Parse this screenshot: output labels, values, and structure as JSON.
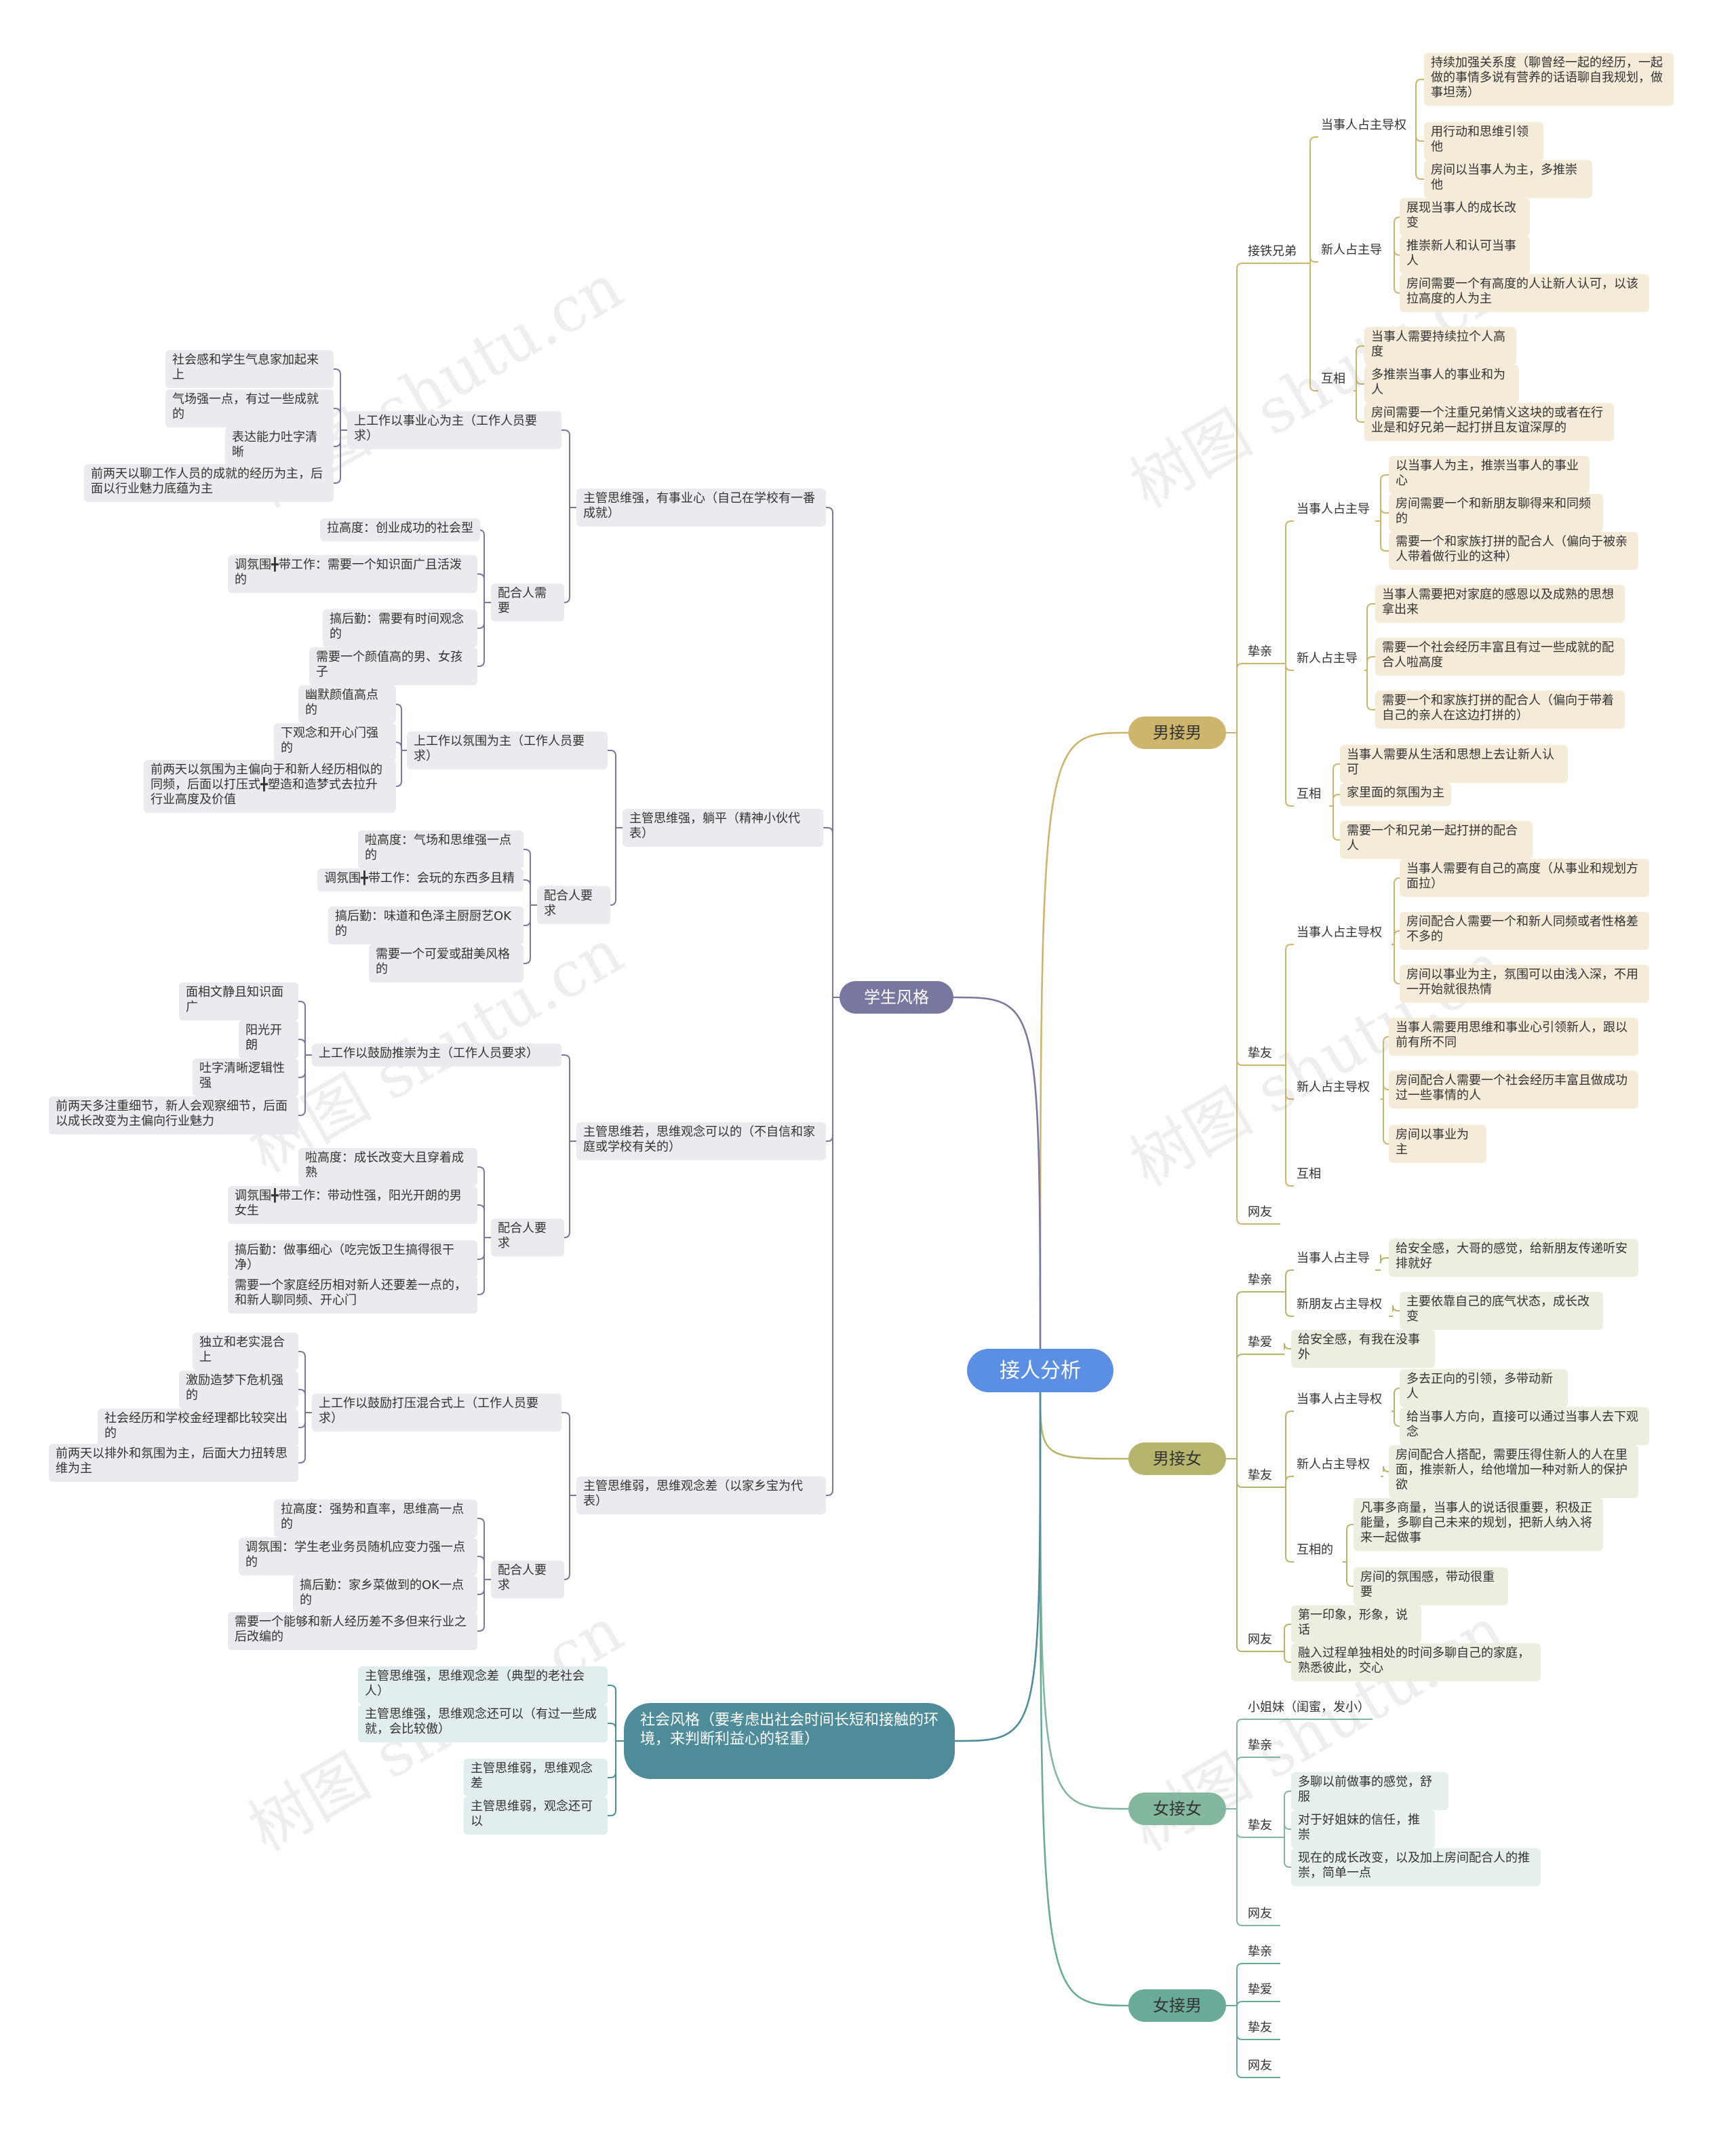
{
  "watermark": "树图 shutu.cn",
  "colors": {
    "root": "#5b8fe3",
    "male_male": "#cdb56b",
    "male_female": "#b5b66b",
    "female_female": "#83b79e",
    "female_male": "#6aaa98",
    "student": "#7877a0",
    "social": "#4f8c9a"
  },
  "root": "接人分析",
  "right": {
    "male_male": {
      "label": "男接男",
      "brother": {
        "label": "接铁兄弟",
        "leader": {
          "label": "当事人占主导权",
          "items": [
            "持续加强关系度（聊曾经一起的经历，一起做的事情多说有营养的话语聊自我规划，做事坦荡）",
            "用行动和思维引领他",
            "房间以当事人为主，多推崇他"
          ]
        },
        "newbie": {
          "label": "新人占主导",
          "items": [
            "展现当事人的成长改变",
            "推崇新人和认可当事人",
            "房间需要一个有高度的人让新人认可，以该拉高度的人为主"
          ]
        },
        "mutual": {
          "label": "互相",
          "items": [
            "当事人需要持续拉个人高度",
            "多推崇当事人的事业和为人",
            "房间需要一个注重兄弟情义这块的或者在行业是和好兄弟一起打拼且友谊深厚的"
          ]
        }
      },
      "close": {
        "label": "挚亲",
        "leader": {
          "label": "当事人占主导",
          "items": [
            "以当事人为主，推崇当事人的事业心",
            "房间需要一个和新朋友聊得来和同频的",
            "需要一个和家族打拼的配合人（偏向于被亲人带着做行业的这种）"
          ]
        },
        "newbie": {
          "label": "新人占主导",
          "items": [
            "当事人需要把对家庭的感恩以及成熟的思想拿出来",
            "需要一个社会经历丰富且有过一些成就的配合人啦高度",
            "需要一个和家族打拼的配合人（偏向于带着自己的亲人在这边打拼的）"
          ]
        },
        "mutual": {
          "label": "互相",
          "items": [
            "当事人需要从生活和思想上去让新人认可",
            "家里面的氛围为主",
            "需要一个和兄弟一起打拼的配合人"
          ]
        }
      },
      "friend": {
        "label": "挚友",
        "leader": {
          "label": "当事人占主导权",
          "items": [
            "当事人需要有自己的高度（从事业和规划方面拉）",
            "房间配合人需要一个和新人同频或者性格差不多的",
            "房间以事业为主，氛围可以由浅入深，不用一开始就很热情"
          ]
        },
        "newbie": {
          "label": "新人占主导权",
          "items": [
            "当事人需要用思维和事业心引领新人，跟以前有所不同",
            "房间配合人需要一个社会经历丰富且做成功过一些事情的人",
            "房间以事业为主"
          ]
        },
        "mutual": {
          "label": "互相"
        }
      },
      "online": "网友"
    },
    "male_female": {
      "label": "男接女",
      "close": {
        "label": "挚亲",
        "leader": {
          "label": "当事人占主导",
          "items": [
            "给安全感，大哥的感觉，给新朋友传递听安排就好"
          ]
        },
        "newbie": {
          "label": "新朋友占主导权",
          "items": [
            "主要依靠自己的底气状态，成长改变"
          ]
        }
      },
      "love": {
        "label": "挚爱",
        "items": [
          "给安全感，有我在没事外"
        ]
      },
      "friend": {
        "label": "挚友",
        "leader": {
          "label": "当事人占主导权",
          "items": [
            "多去正向的引领，多带动新人",
            "给当事人方向，直接可以通过当事人去下观念"
          ]
        },
        "newbie": {
          "label": "新人占主导权",
          "items": [
            "房间配合人搭配，需要压得住新人的人在里面，推崇新人，给他增加一种对新人的保护欲"
          ]
        },
        "mutual": {
          "label": "互相的",
          "items": [
            "凡事多商量，当事人的说话很重要，积极正能量，多聊自己未来的规划，把新人纳入将来一起做事",
            "房间的氛围感，带动很重要"
          ]
        }
      },
      "online": {
        "label": "网友",
        "items": [
          "第一印象，形象，说话",
          "融入过程单独相处的时间多聊自己的家庭，熟悉彼此，交心"
        ]
      }
    },
    "female_female": {
      "label": "女接女",
      "bestie": "小姐妹（闺蜜，发小）",
      "close": "挚亲",
      "friend": {
        "label": "挚友",
        "items": [
          "多聊以前做事的感觉，舒服",
          "对于好姐妹的信任，推崇",
          "现在的成长改变，以及加上房间配合人的推崇，简单一点"
        ]
      },
      "online": "网友"
    },
    "female_male": {
      "label": "女接男",
      "items": [
        "挚亲",
        "挚爱",
        "挚友",
        "网友"
      ]
    }
  },
  "left": {
    "student": {
      "label": "学生风格",
      "g1": {
        "label": "主管思维强，有事业心（自己在学校有一番成就）",
        "work": {
          "label": "上工作以事业心为主（工作人员要求）",
          "items": [
            "社会感和学生气息家加起来上",
            "气场强一点，有过一些成就的",
            "表达能力吐字清晰",
            "前两天以聊工作人员的成就的经历为主，后面以行业魅力底蕴为主"
          ]
        },
        "partner": {
          "label": "配合人需要",
          "items": [
            "拉高度：创业成功的社会型",
            "调氛围╋带工作：需要一个知识面广且活泼的",
            "搞后勤：需要有时间观念的",
            "需要一个颜值高的男、女孩子"
          ]
        }
      },
      "g2": {
        "label": "主管思维强，躺平（精神小伙代表）",
        "work": {
          "label": "上工作以氛围为主（工作人员要求）",
          "items": [
            "幽默颜值高点的",
            "下观念和开心门强的",
            "前两天以氛围为主偏向于和新人经历相似的同频，后面以打压式╋塑造和造梦式去拉升行业高度及价值"
          ]
        },
        "partner": {
          "label": "配合人要求",
          "items": [
            "啦高度：气场和思维强一点的",
            "调氛围╋带工作：会玩的东西多且精",
            "搞后勤：味道和色泽主厨厨艺OK的",
            "需要一个可爱或甜美风格的"
          ]
        }
      },
      "g3": {
        "label": "主管思维若，思维观念可以的（不自信和家庭或学校有关的）",
        "work": {
          "label": "上工作以鼓励推崇为主（工作人员要求）",
          "items": [
            "面相文静且知识面广",
            "阳光开朗",
            "吐字清晰逻辑性强",
            "前两天多注重细节，新人会观察细节，后面以成长改变为主偏向行业魅力"
          ]
        },
        "partner": {
          "label": "配合人要求",
          "items": [
            "啦高度：成长改变大且穿着成熟",
            "调氛围╋带工作：带动性强，阳光开朗的男女生",
            "搞后勤：做事细心（吃完饭卫生搞得很干净）",
            "需要一个家庭经历相对新人还要差一点的，和新人聊同频、开心门"
          ]
        }
      },
      "g4": {
        "label": "主管思维弱，思维观念差（以家乡宝为代表）",
        "work": {
          "label": "上工作以鼓励打压混合式上（工作人员要求）",
          "items": [
            "独立和老实混合上",
            "激励造梦下危机强的",
            "社会经历和学校金经理都比较突出的",
            "前两天以排外和氛围为主，后面大力扭转思维为主"
          ]
        },
        "partner": {
          "label": "配合人要求",
          "items": [
            "拉高度：强势和直率，思维高一点的",
            "调氛围：学生老业务员随机应变力强一点的",
            "搞后勤：家乡菜做到的OK一点的",
            "需要一个能够和新人经历差不多但来行业之后改编的"
          ]
        }
      }
    },
    "social": {
      "label": "社会风格（要考虑出社会时间长短和接触的环境，来判断利益心的轻重）",
      "items": [
        "主管思维强，思维观念差（典型的老社会人）",
        "主管思维强，思维观念还可以（有过一些成就，会比较傲）",
        "主管思维弱，思维观念差",
        "主管思维弱，观念还可以"
      ]
    }
  }
}
